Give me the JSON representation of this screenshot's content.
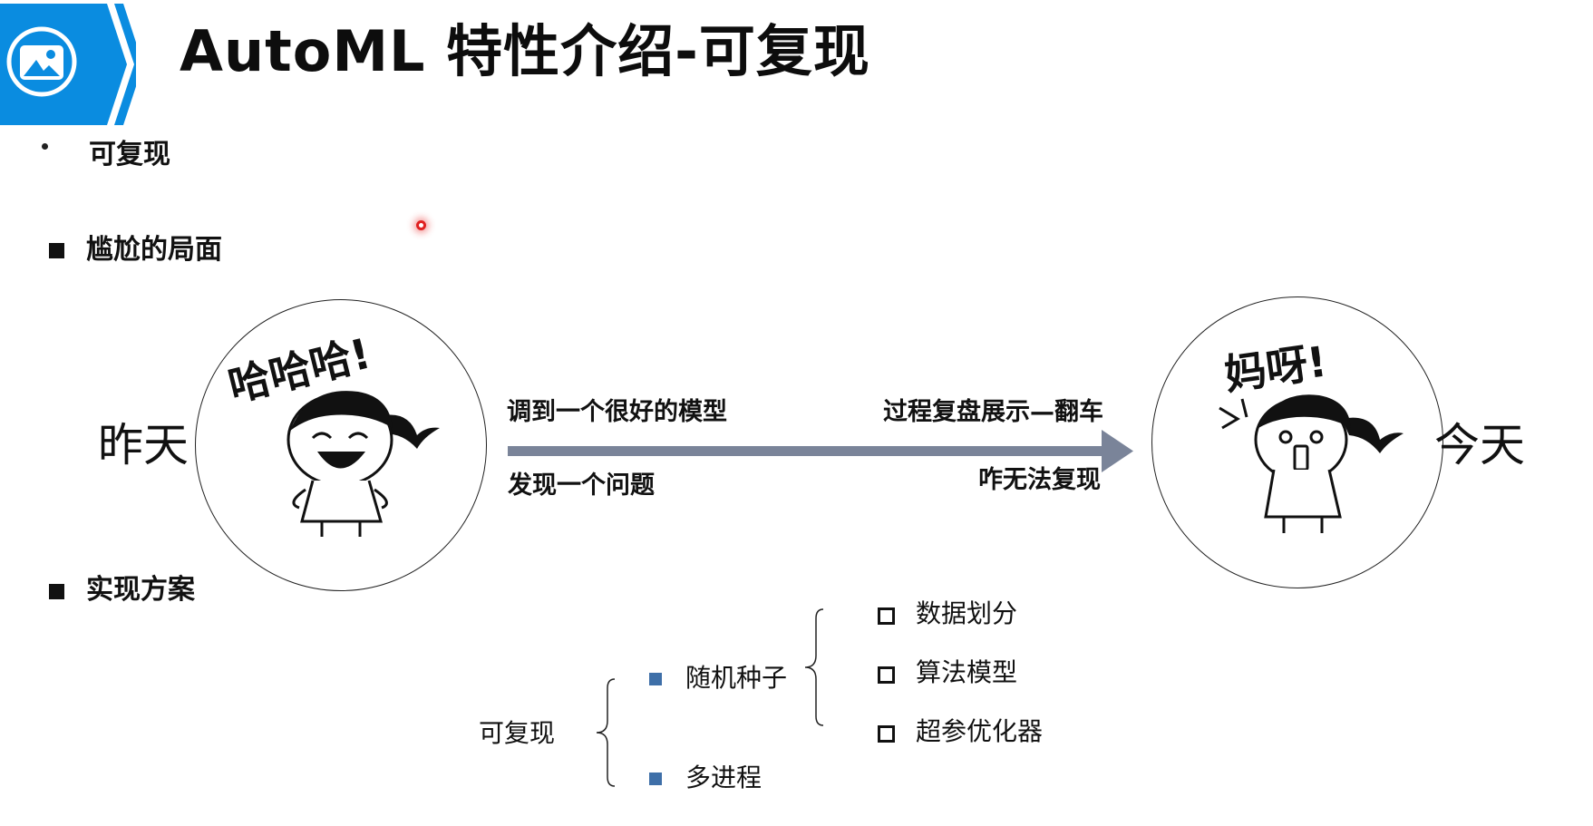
{
  "header": {
    "title": "AutoML 特性介绍-可复现",
    "badge_icon": "image-icon",
    "badge_color": "#0a8ce0"
  },
  "bullet": {
    "label": "可复现"
  },
  "sections": {
    "awkward": "尴尬的局面",
    "solution": "实现方案"
  },
  "scene": {
    "left_day": "昨天",
    "right_day": "今天",
    "left_bubble": "哈哈哈!",
    "right_bubble": "妈呀!",
    "arrow_color": "#7a8499",
    "top_left": "调到一个很好的模型",
    "bottom_left": "发现一个问题",
    "top_right": "过程复盘展示—翻车",
    "bottom_right": "咋无法复现"
  },
  "tree": {
    "root": "可复现",
    "branches": [
      "随机种子",
      "多进程"
    ],
    "sub_items": [
      "数据划分",
      "算法模型",
      "超参优化器"
    ]
  }
}
